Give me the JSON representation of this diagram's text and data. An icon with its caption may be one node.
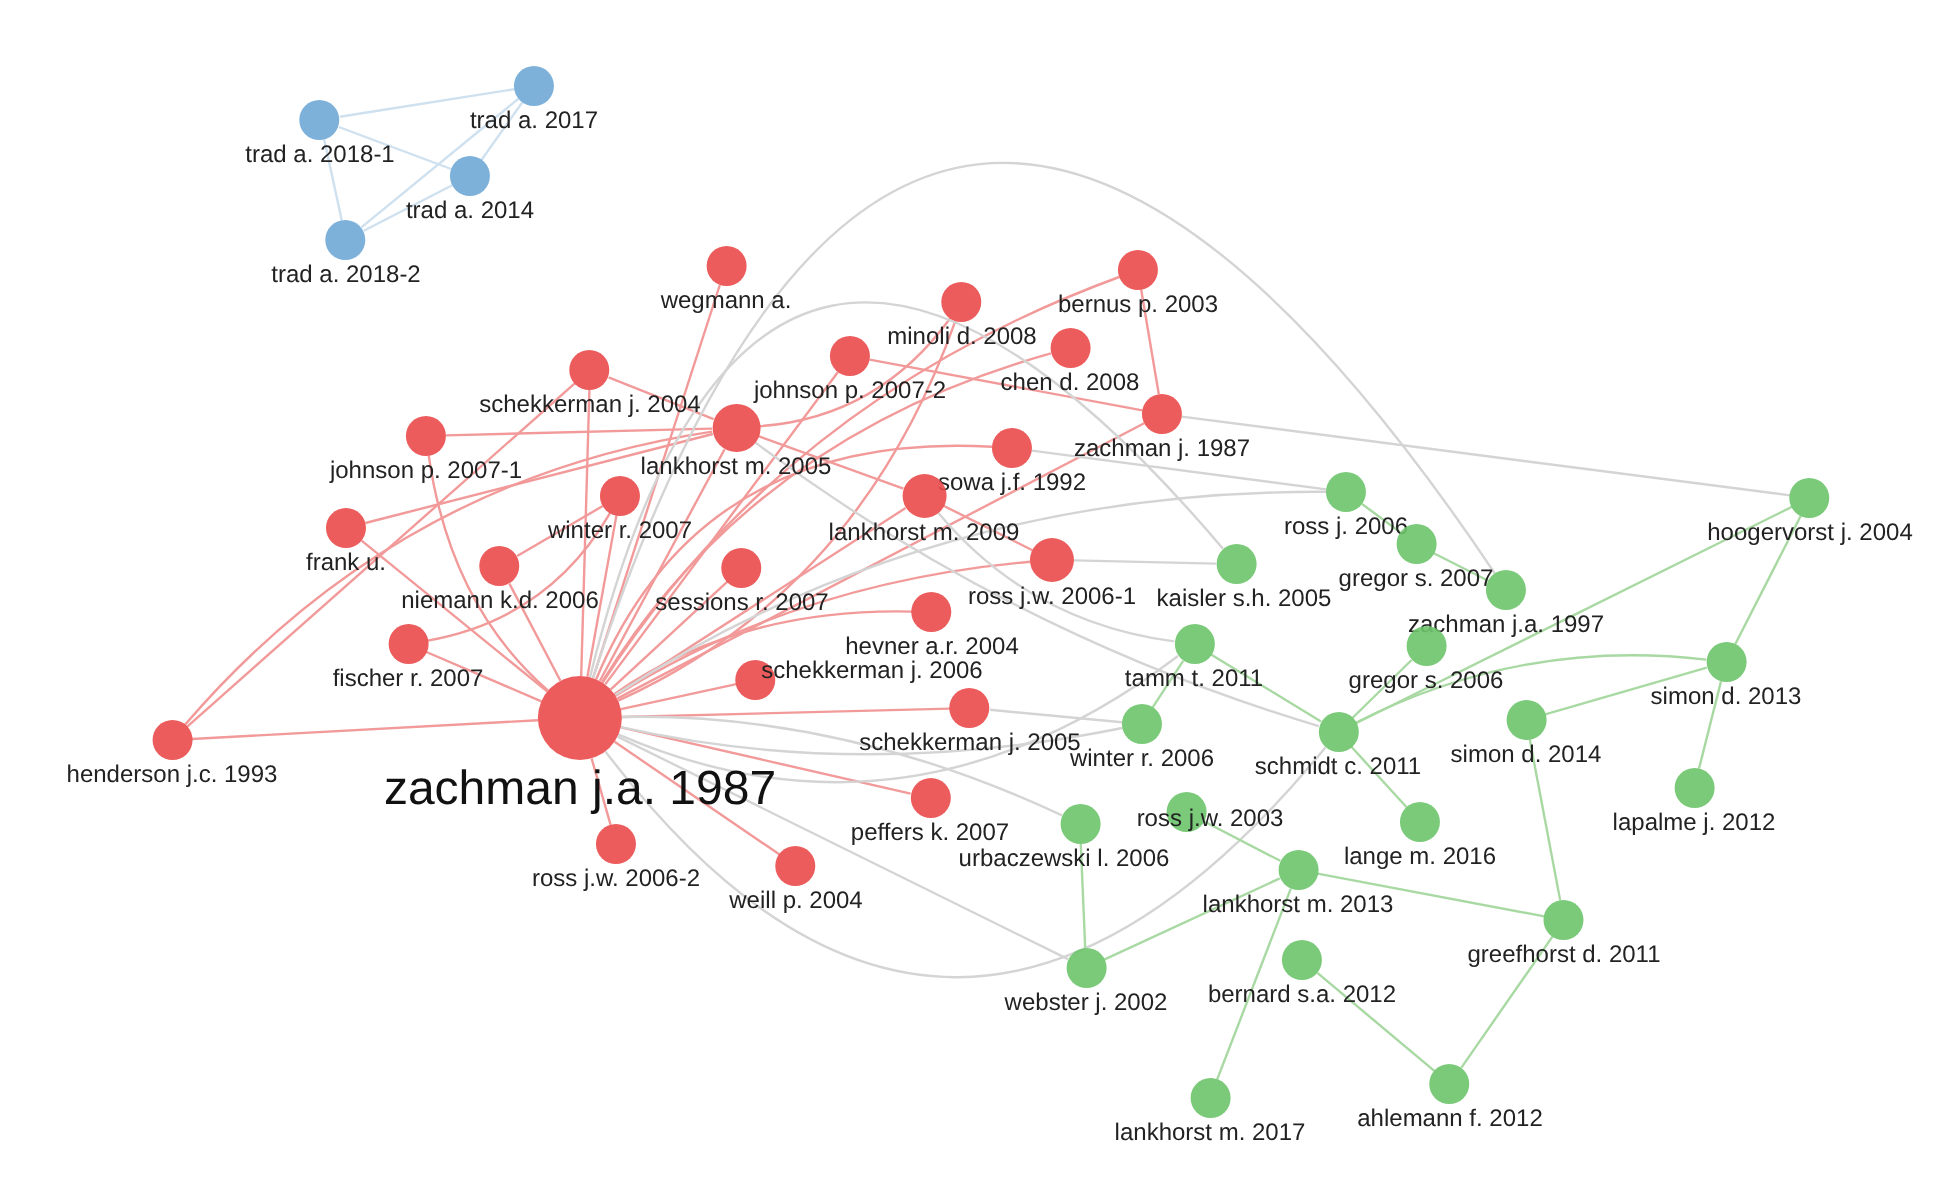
{
  "diagram": {
    "nodes": [
      {
        "text": [
          "trad a. 2018-1"
        ]
      },
      {
        "text": [
          "trad a. 2017"
        ]
      },
      {
        "text": [
          "trad a. 2014"
        ]
      },
      {
        "text": [
          "trad a. 2018-2"
        ]
      },
      {
        "text": [
          "wegmann a."
        ]
      },
      {
        "text": [
          "bernus p. 2003"
        ]
      },
      {
        "text": [
          "minoli d. 2008"
        ]
      },
      {
        "text": [
          "chen d. 2008"
        ]
      },
      {
        "text": [
          "johnson p. 2007-2"
        ]
      },
      {
        "text": [
          "schekkerman j. 2004"
        ]
      },
      {
        "text": [
          "zachman j. 1987"
        ]
      },
      {
        "text": [
          "johnson p. 2007-1"
        ]
      },
      {
        "text": [
          "lankhorst m. 2005"
        ]
      },
      {
        "text": [
          "sowa j.f. 1992"
        ]
      },
      {
        "text": [
          "winter r. 2007"
        ]
      },
      {
        "text": [
          "lankhorst m. 2009"
        ]
      },
      {
        "text": [
          "frank u."
        ]
      },
      {
        "text": [
          "niemann k.d. 2006"
        ]
      },
      {
        "text": [
          "sessions r. 2007"
        ]
      },
      {
        "text": [
          "ross j.w. 2006-1"
        ]
      },
      {
        "text": [
          "fischer r. 2007"
        ]
      },
      {
        "text": [
          "hevner a.r. 2004"
        ]
      },
      {
        "text": [
          "zachman j.a. 1987"
        ]
      },
      {
        "text": [
          "schekkerman j. 2006"
        ]
      },
      {
        "text": [
          "schekkerman j. 2005"
        ]
      },
      {
        "text": [
          "henderson j.c. 1993"
        ]
      },
      {
        "text": [
          "peffers k. 2007"
        ]
      },
      {
        "text": [
          "ross j.w. 2006-2"
        ]
      },
      {
        "text": [
          "weill p. 2004"
        ]
      },
      {
        "text": [
          "ross j. 2006"
        ]
      },
      {
        "text": [
          "hoogervorst j. 2004"
        ]
      },
      {
        "text": [
          "gregor s. 2007"
        ]
      },
      {
        "text": [
          "kaisler s.h. 2005"
        ]
      },
      {
        "text": [
          "zachman j.a. 1997"
        ]
      },
      {
        "text": [
          "tamm t. 2011"
        ]
      },
      {
        "text": [
          "gregor s. 2006"
        ]
      },
      {
        "text": [
          "simon d. 2013"
        ]
      },
      {
        "text": [
          "winter r. 2006"
        ]
      },
      {
        "text": [
          "schmidt c. 2011"
        ]
      },
      {
        "text": [
          "simon d. 2014"
        ]
      },
      {
        "text": [
          "lapalme j. 2012"
        ]
      },
      {
        "text": [
          "urbaczewski l. 2006"
        ]
      },
      {
        "text": [
          "ross j.w. 2003"
        ]
      },
      {
        "text": [
          "lange m. 2016"
        ]
      },
      {
        "text": [
          "lankhorst m. 2013"
        ]
      },
      {
        "text": [
          "greefhorst d. 2011"
        ]
      },
      {
        "text": [
          "webster j. 2002"
        ]
      },
      {
        "text": [
          "bernard s.a. 2012"
        ]
      },
      {
        "text": [
          "lankhorst m. 2017"
        ]
      },
      {
        "text": [
          "ahlemann f. 2012"
        ]
      }
    ],
    "edges": [
      {
        "from": 0,
        "to": 1,
        "arrow": "none",
        "color": "#cfe0ee"
      },
      {
        "from": 0,
        "to": 2,
        "arrow": "none",
        "color": "#cfe0ee"
      },
      {
        "from": 0,
        "to": 3,
        "arrow": "none",
        "color": "#cfe0ee"
      },
      {
        "from": 1,
        "to": 2,
        "arrow": "none",
        "color": "#cfe0ee"
      },
      {
        "from": 1,
        "to": 3,
        "arrow": "none",
        "color": "#cfe0ee"
      },
      {
        "from": 2,
        "to": 3,
        "arrow": "none",
        "color": "#cfe0ee"
      },
      {
        "from": 22,
        "to": 4,
        "arrow": "none",
        "color": "#f29a9a"
      },
      {
        "from": 22,
        "to": 5,
        "arrow": "none",
        "color": "#f29a9a"
      },
      {
        "from": 22,
        "to": 6,
        "arrow": "none",
        "color": "#f29a9a"
      },
      {
        "from": 22,
        "to": 7,
        "arrow": "none",
        "color": "#f29a9a"
      },
      {
        "from": 22,
        "to": 8,
        "arrow": "none",
        "color": "#f29a9a"
      },
      {
        "from": 22,
        "to": 9,
        "arrow": "none",
        "color": "#f29a9a"
      },
      {
        "from": 22,
        "to": 10,
        "arrow": "none",
        "color": "#f29a9a"
      },
      {
        "from": 22,
        "to": 11,
        "arrow": "none",
        "color": "#f29a9a"
      },
      {
        "from": 22,
        "to": 12,
        "arrow": "none",
        "color": "#f29a9a"
      },
      {
        "from": 22,
        "to": 13,
        "arrow": "none",
        "color": "#f29a9a"
      },
      {
        "from": 22,
        "to": 14,
        "arrow": "none",
        "color": "#f29a9a"
      },
      {
        "from": 22,
        "to": 15,
        "arrow": "none",
        "color": "#f29a9a"
      },
      {
        "from": 22,
        "to": 16,
        "arrow": "none",
        "color": "#f29a9a"
      },
      {
        "from": 22,
        "to": 17,
        "arrow": "none",
        "color": "#f29a9a"
      },
      {
        "from": 22,
        "to": 18,
        "arrow": "none",
        "color": "#f29a9a"
      },
      {
        "from": 22,
        "to": 19,
        "arrow": "none",
        "color": "#f29a9a"
      },
      {
        "from": 22,
        "to": 20,
        "arrow": "none",
        "color": "#f29a9a"
      },
      {
        "from": 22,
        "to": 21,
        "arrow": "none",
        "color": "#f29a9a"
      },
      {
        "from": 22,
        "to": 23,
        "arrow": "none",
        "color": "#f29a9a"
      },
      {
        "from": 22,
        "to": 24,
        "arrow": "none",
        "color": "#f29a9a"
      },
      {
        "from": 22,
        "to": 25,
        "arrow": "none",
        "color": "#f29a9a"
      },
      {
        "from": 22,
        "to": 26,
        "arrow": "none",
        "color": "#f29a9a"
      },
      {
        "from": 22,
        "to": 27,
        "arrow": "none",
        "color": "#f29a9a"
      },
      {
        "from": 22,
        "to": 28,
        "arrow": "none",
        "color": "#f29a9a"
      },
      {
        "from": 25,
        "to": 12,
        "arrow": "none",
        "color": "#f29a9a"
      },
      {
        "from": 25,
        "to": 9,
        "arrow": "none",
        "color": "#f29a9a"
      },
      {
        "from": 11,
        "to": 12,
        "arrow": "none",
        "color": "#f29a9a"
      },
      {
        "from": 16,
        "to": 12,
        "arrow": "none",
        "color": "#f29a9a"
      },
      {
        "from": 9,
        "to": 12,
        "arrow": "none",
        "color": "#f29a9a"
      },
      {
        "from": 12,
        "to": 15,
        "arrow": "none",
        "color": "#f29a9a"
      },
      {
        "from": 15,
        "to": 19,
        "arrow": "none",
        "color": "#f29a9a"
      },
      {
        "from": 8,
        "to": 10,
        "arrow": "none",
        "color": "#f29a9a"
      },
      {
        "from": 5,
        "to": 10,
        "arrow": "none",
        "color": "#f29a9a"
      },
      {
        "from": 6,
        "to": 12,
        "arrow": "none",
        "color": "#f29a9a"
      },
      {
        "from": 17,
        "to": 14,
        "arrow": "none",
        "color": "#f29a9a"
      },
      {
        "from": 20,
        "to": 14,
        "arrow": "none",
        "color": "#f29a9a"
      },
      {
        "from": 22,
        "to": 29,
        "arrow": "none"
      },
      {
        "from": 22,
        "to": 32,
        "arrow": "none"
      },
      {
        "from": 22,
        "to": 34,
        "arrow": "none"
      },
      {
        "from": 22,
        "to": 37,
        "arrow": "none"
      },
      {
        "from": 22,
        "to": 38,
        "arrow": "none"
      },
      {
        "from": 22,
        "to": 41,
        "arrow": "none"
      },
      {
        "from": 22,
        "to": 46,
        "arrow": "none"
      },
      {
        "from": 22,
        "to": 33,
        "arrow": "none"
      },
      {
        "from": 19,
        "to": 32,
        "arrow": "none"
      },
      {
        "from": 15,
        "to": 34,
        "arrow": "none"
      },
      {
        "from": 24,
        "to": 37,
        "arrow": "none"
      },
      {
        "from": 13,
        "to": 29,
        "arrow": "none"
      },
      {
        "from": 10,
        "to": 30,
        "arrow": "none"
      },
      {
        "from": 12,
        "to": 38,
        "arrow": "none"
      },
      {
        "from": 30,
        "to": 36,
        "arrow": "none",
        "color": "#a9d9a3"
      },
      {
        "from": 30,
        "to": 38,
        "arrow": "none",
        "color": "#a9d9a3"
      },
      {
        "from": 36,
        "to": 39,
        "arrow": "none",
        "color": "#a9d9a3"
      },
      {
        "from": 36,
        "to": 38,
        "arrow": "none",
        "color": "#a9d9a3"
      },
      {
        "from": 38,
        "to": 43,
        "arrow": "none",
        "color": "#a9d9a3"
      },
      {
        "from": 38,
        "to": 34,
        "arrow": "none",
        "color": "#a9d9a3"
      },
      {
        "from": 44,
        "to": 45,
        "arrow": "none",
        "color": "#a9d9a3"
      },
      {
        "from": 45,
        "to": 49,
        "arrow": "none",
        "color": "#a9d9a3"
      },
      {
        "from": 46,
        "to": 44,
        "arrow": "none",
        "color": "#a9d9a3"
      },
      {
        "from": 47,
        "to": 49,
        "arrow": "none",
        "color": "#a9d9a3"
      },
      {
        "from": 48,
        "to": 44,
        "arrow": "none",
        "color": "#a9d9a3"
      },
      {
        "from": 39,
        "to": 45,
        "arrow": "none",
        "color": "#a9d9a3"
      },
      {
        "from": 31,
        "to": 33,
        "arrow": "none",
        "color": "#a9d9a3"
      },
      {
        "from": 35,
        "to": 38,
        "arrow": "none",
        "color": "#a9d9a3"
      },
      {
        "from": 40,
        "to": 36,
        "arrow": "none",
        "color": "#a9d9a3"
      },
      {
        "from": 29,
        "to": 31,
        "arrow": "none",
        "color": "#a9d9a3"
      },
      {
        "from": 42,
        "to": 44,
        "arrow": "none",
        "color": "#a9d9a3"
      },
      {
        "from": 41,
        "to": 46,
        "arrow": "none",
        "color": "#a9d9a3"
      },
      {
        "from": 37,
        "to": 34,
        "arrow": "none",
        "color": "#a9d9a3"
      }
    ]
  }
}
